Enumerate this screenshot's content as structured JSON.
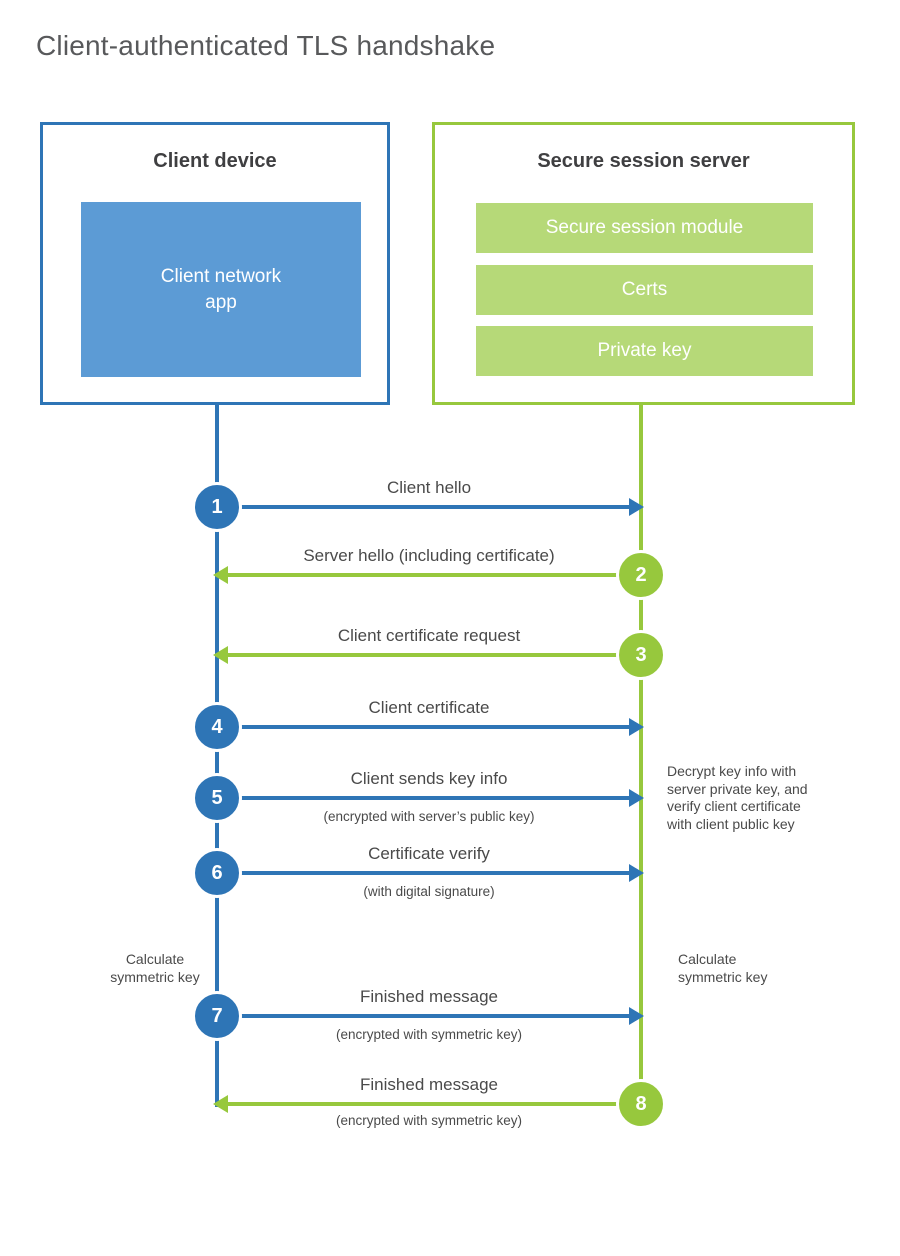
{
  "title": "Client-authenticated TLS handshake",
  "client_box": {
    "title": "Client device",
    "app_label": "Client network\napp"
  },
  "server_box": {
    "title": "Secure session server",
    "modules": [
      "Secure session module",
      "Certs",
      "Private key"
    ]
  },
  "steps": [
    {
      "number": "1",
      "actor": "client",
      "direction": "to-server",
      "label": "Client hello",
      "sublabel": ""
    },
    {
      "number": "2",
      "actor": "server",
      "direction": "to-client",
      "label": "Server hello (including certificate)",
      "sublabel": ""
    },
    {
      "number": "3",
      "actor": "server",
      "direction": "to-client",
      "label": "Client certificate request",
      "sublabel": ""
    },
    {
      "number": "4",
      "actor": "client",
      "direction": "to-server",
      "label": "Client certificate",
      "sublabel": ""
    },
    {
      "number": "5",
      "actor": "client",
      "direction": "to-server",
      "label": "Client sends key info",
      "sublabel": "(encrypted with server’s public key)"
    },
    {
      "number": "6",
      "actor": "client",
      "direction": "to-server",
      "label": "Certificate verify",
      "sublabel": "(with digital signature)"
    },
    {
      "number": "7",
      "actor": "client",
      "direction": "to-server",
      "label": "Finished message",
      "sublabel": "(encrypted with symmetric key)"
    },
    {
      "number": "8",
      "actor": "server",
      "direction": "to-client",
      "label": "Finished message",
      "sublabel": "(encrypted with symmetric key)"
    }
  ],
  "annotations": {
    "decrypt_note": "Decrypt key info with\nserver private key, and\nverify client certificate\nwith client public key",
    "calculate_left": "Calculate\nsymmetric key",
    "calculate_right": "Calculate\nsymmetric key"
  },
  "colors": {
    "client_accent": "#2e75b6",
    "client_fill": "#5c9bd5",
    "server_accent": "#97c83d",
    "server_fill": "#b6d978",
    "title_text": "#58595b",
    "label_text": "#4a4a4a"
  }
}
